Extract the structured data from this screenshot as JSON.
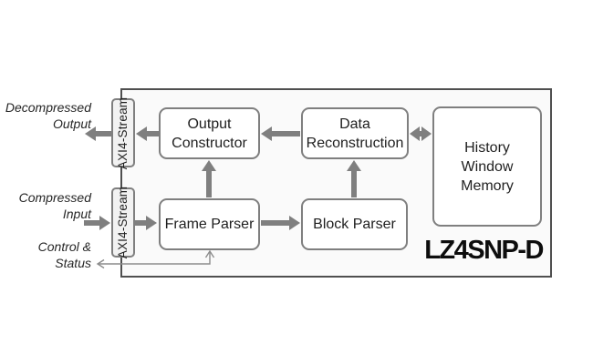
{
  "core": {
    "name": "LZ4SNP-D"
  },
  "blocks": {
    "output_constructor": "Output\nConstructor",
    "data_reconstruction": "Data\nReconstruction",
    "history_window_memory": "History\nWindow\nMemory",
    "frame_parser": "Frame Parser",
    "block_parser": "Block Parser"
  },
  "ports": {
    "axi_stream_output": "AXI4-Stream",
    "axi_stream_input": "AXI4-Stream"
  },
  "io_labels": {
    "decompressed_output": "Decompressed\nOutput",
    "compressed_input": "Compressed\nInput",
    "control_status": "Control &\nStatus"
  },
  "connections": [
    {
      "from": "axi-stream-output-port",
      "to": "decompressed-output",
      "direction": "left",
      "style": "thick-arrow"
    },
    {
      "from": "output-constructor",
      "to": "axi-stream-output-port",
      "direction": "left",
      "style": "thick-arrow"
    },
    {
      "from": "data-reconstruction",
      "to": "output-constructor",
      "direction": "left",
      "style": "thick-arrow"
    },
    {
      "from": "data-reconstruction",
      "to": "history-window-memory",
      "direction": "both",
      "style": "thick-arrow"
    },
    {
      "from": "compressed-input",
      "to": "axi-stream-input-port",
      "direction": "right",
      "style": "thick-arrow"
    },
    {
      "from": "axi-stream-input-port",
      "to": "frame-parser",
      "direction": "right",
      "style": "thick-arrow"
    },
    {
      "from": "frame-parser",
      "to": "block-parser",
      "direction": "right",
      "style": "thick-arrow"
    },
    {
      "from": "frame-parser",
      "to": "output-constructor",
      "direction": "up",
      "style": "thick-arrow"
    },
    {
      "from": "block-parser",
      "to": "data-reconstruction",
      "direction": "up",
      "style": "thick-arrow"
    },
    {
      "from": "control-status",
      "to": "frame-parser",
      "direction": "both",
      "style": "thin-arrow"
    }
  ],
  "colors": {
    "arrow": "#7f7f7f",
    "block_border": "#7f7f7f",
    "outer_border": "#4f4f4f",
    "outer_fill": "#fafafa",
    "port_fill": "#f2f2f2",
    "text": "#1f1f1f"
  }
}
